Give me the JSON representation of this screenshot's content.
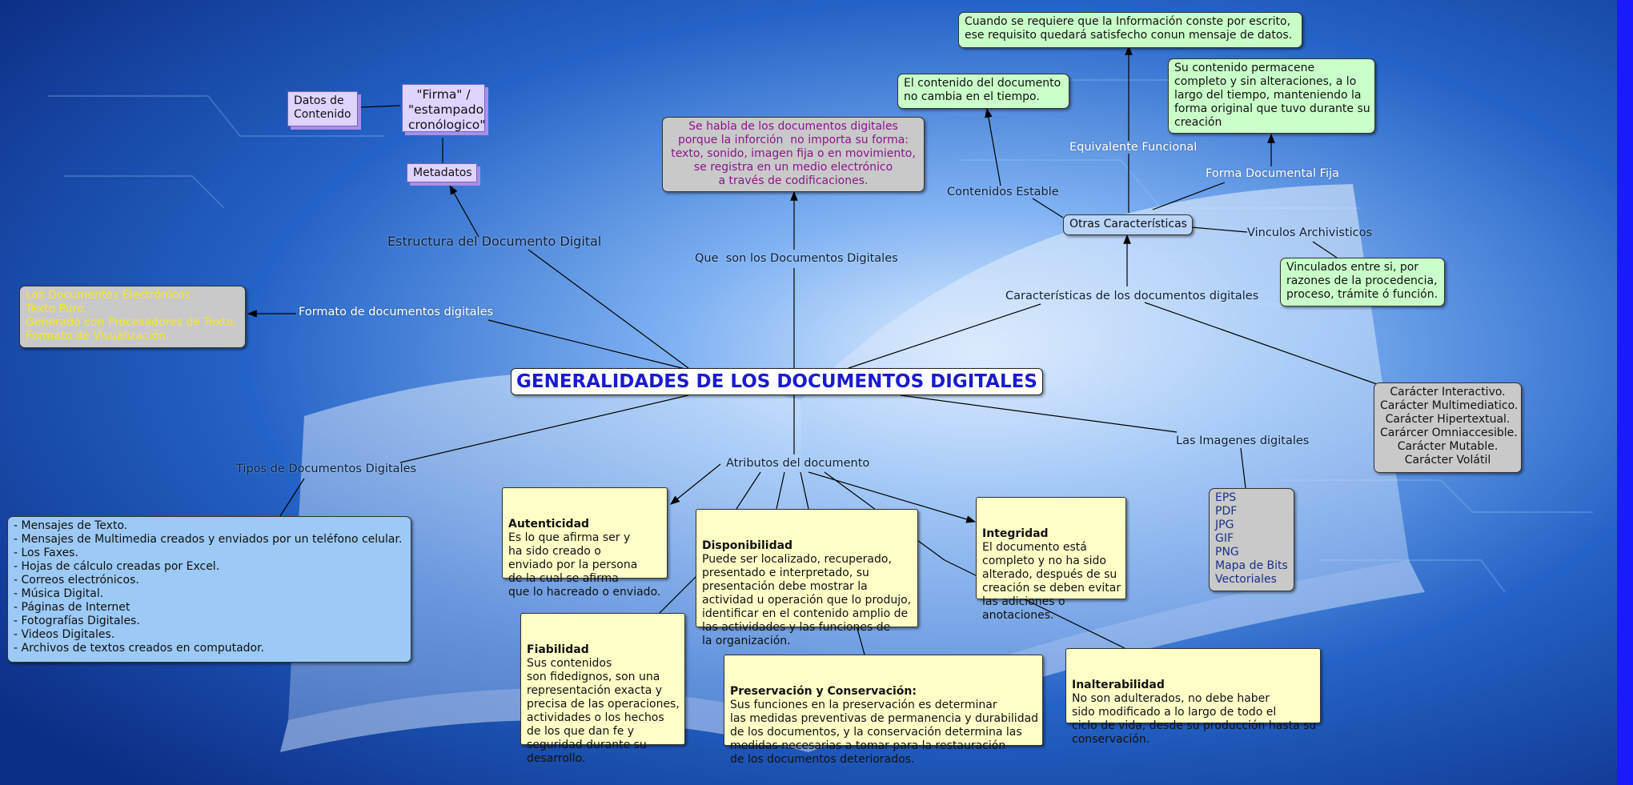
{
  "root": "GENERALIDADES DE LOS DOCUMENTOS DIGITALES",
  "links": {
    "estructura": "Estructura del Documento Digital",
    "formato": "Formato de documentos digitales",
    "que_son": "Que  son los Documentos Digitales",
    "caracteristicas": "Características de los documentos digitales",
    "otras": "Otras Características",
    "contenido_estable": "Contenidos Estable",
    "equivalente": "Equivalente Funcional",
    "forma_fija": "Forma Documental Fija",
    "vinculos": "Vinculos Archivisticos",
    "imagenes": "Las Imagenes digitales",
    "atributos": "Atributos del documento",
    "tipos": "Tipos de Documentos Digitales"
  },
  "nodes": {
    "datos_contenido": "Datos de\nContenido",
    "firma": "\"Firma\" /\n\"estampado\ncronólogico\"",
    "metadatos": "Metadatos",
    "que_son_desc": "Se habla de los documentos digitales\nporque la inforción  no importa su forma:\ntexto, sonido, imagen fija o en movimiento,\nse registra en un medio electrónico\na través de codificaciones.",
    "formatos_list": "Los Documentos Electrónicos.\nTexto Puro.\nGenerado con Procesadores de Texto.\nFormato de Visualización.",
    "equivalente_desc": "Cuando se requiere que la Información conste por escrito,\nese requisito quedará satisfecho conun mensaje de datos.",
    "contenido_desc": "El contenido del documento\nno cambia en el tiempo.",
    "forma_desc": "Su contenido permacene\ncompleto y sin alteraciones, a lo\nlargo del tiempo, manteniendo la\nforma original que tuvo durante su\ncreación",
    "otras_box": "Otras Características",
    "vinculos_desc": "Vinculados entre si, por\nrazones de la procedencia,\nproceso, trámite ó función.",
    "caracter_list": "Carácter Interactivo.\nCarácter Multimediatico.\nCarácter Hipertextual.\nCarárcer Omniaccesible.\nCarácter Mutable.\nCarácter Volátil",
    "imagen_formats": "EPS\nPDF\nJPG\nGIF\nPNG\nMapa de Bits\nVectoriales",
    "tipos_list": "- Mensajes de Texto.\n- Mensajes de Multimedia creados y enviados por un teléfono celular.\n- Los Faxes.\n- Hojas de cálculo creadas por Excel.\n- Correos electrónicos.\n- Música Digital.\n- Páginas de Internet\n- Fotografías Digitales.\n- Videos Digitales.\n- Archivos de textos creados en computador.",
    "autenticidad_title": "Autenticidad",
    "autenticidad_body": "Es lo que afirma ser y\nha sido creado o\nenviado por la persona\nde la cual se afirma\nque lo hacreado o enviado.",
    "disponibilidad_title": "Disponibilidad",
    "disponibilidad_body": "Puede ser localizado, recuperado,\npresentado e interpretado, su\npresentación debe mostrar la\nactividad u operación que lo produjo,\nidentificar en el contenido amplio de\nlas actividades y las funciones de\nla organización.",
    "integridad_title": "Integridad",
    "integridad_body": "El documento está\ncompleto y no ha sido\nalterado, después de su\ncreación se deben evitar\nlas adiciones o\nanotaciones.",
    "fiabilidad_title": "Fiabilidad",
    "fiabilidad_body": "Sus contenidos\nson fidedignos, son una\nrepresentación exacta y\nprecisa de las operaciones,\nactividades o los hechos\nde los que dan fe y\nseguridad durante su\ndesarrollo.",
    "preservacion_title": "Preservación y Conservación:",
    "preservacion_body": "Sus funciones en la preservación es determinar\nlas medidas preventivas de permanencia y durabilidad\nde los documentos, y la conservación determina las\nmedidas necesarias a tomar para la restauración\nde los documentos deteriorados.",
    "inalterabilidad_title": "Inalterabilidad",
    "inalterabilidad_body": "No son adulterados, no debe haber\nsido modificado a lo largo de todo el\nciclo de vida, desde su producción hasta su\nconservación."
  },
  "colors": {
    "note_yellow": "#ffffc8",
    "note_green": "#c9ffc9",
    "note_grey": "#c9c9c9",
    "note_blue": "#9cc9f5",
    "note_lavender": "#ded4ff",
    "root_text": "#1a1ad0",
    "background": "#1f5fc4",
    "scrollbar": "#1a1aff"
  }
}
